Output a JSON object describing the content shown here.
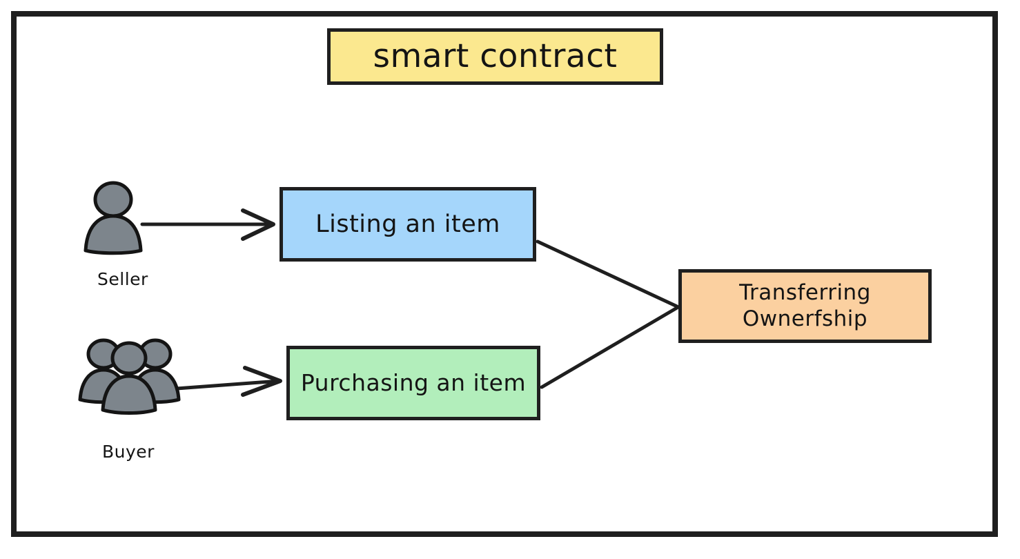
{
  "diagram": {
    "title_box": {
      "label": "smart contract",
      "fill": "#FBE88F",
      "stroke": "#1F1F1F"
    },
    "nodes": [
      {
        "id": "listing",
        "label": "Listing an item",
        "fill": "#A5D6FB",
        "stroke": "#1F1F1F"
      },
      {
        "id": "purchasing",
        "label": "Purchasing an item",
        "fill": "#B2EEBB",
        "stroke": "#1F1F1F"
      },
      {
        "id": "transfer",
        "label": "Transferring\nOwnerfship",
        "fill": "#FBD0A0",
        "stroke": "#1F1F1F"
      }
    ],
    "actors": [
      {
        "id": "seller",
        "caption": "Seller",
        "icon": "single-person-icon",
        "fill": "#7D858C"
      },
      {
        "id": "buyer",
        "caption": "Buyer",
        "icon": "group-of-people-icon",
        "fill": "#7D858C"
      }
    ],
    "edges": [
      {
        "id": "seller-to-listing",
        "from": "seller",
        "to": "listing",
        "arrowhead": "open-v"
      },
      {
        "id": "buyer-to-purchasing",
        "from": "buyer",
        "to": "purchasing",
        "arrowhead": "open-v"
      },
      {
        "id": "listing-to-transfer",
        "from": "listing",
        "to": "transfer",
        "arrowhead": "none"
      },
      {
        "id": "purchasing-to-transfer",
        "from": "purchasing",
        "to": "transfer",
        "arrowhead": "none"
      }
    ],
    "frame": {
      "stroke": "#1F1F1F",
      "background": "#FFFFFF"
    }
  }
}
